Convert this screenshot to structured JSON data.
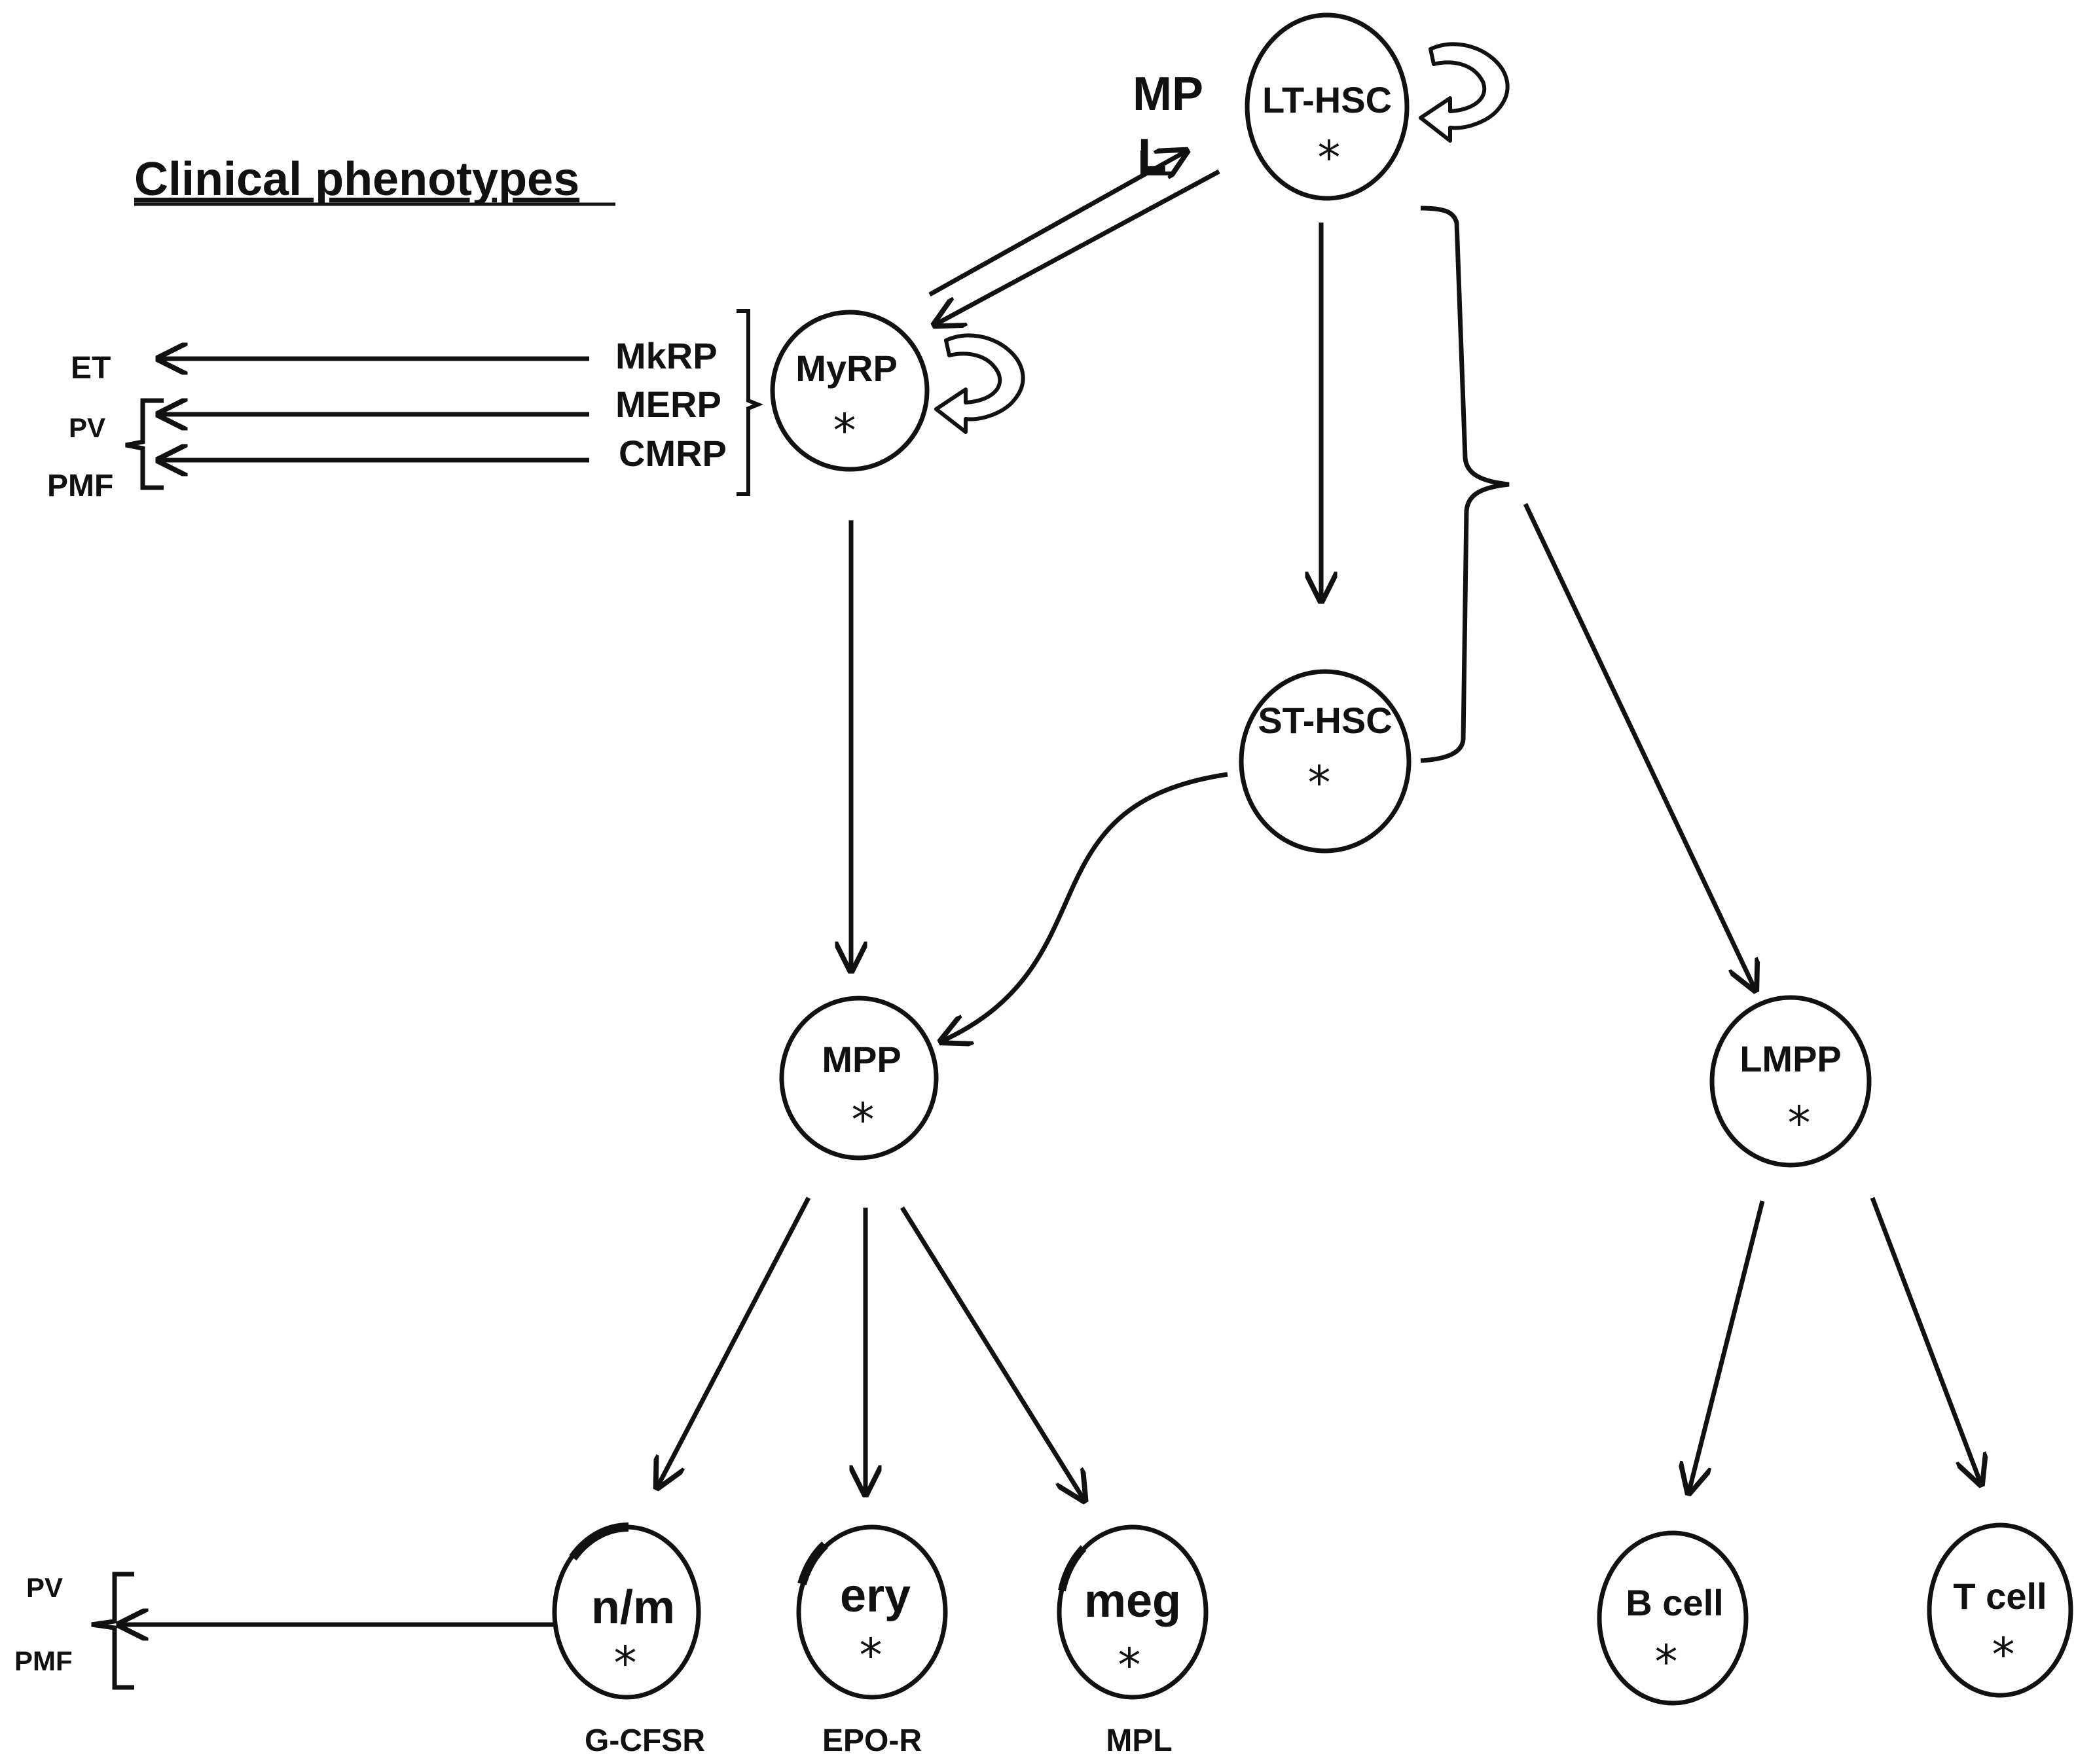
{
  "title": "Clinical phenotypes",
  "mpl_top_label": "MP\nL",
  "asterisk": "*",
  "nodes": {
    "lt_hsc": "LT-HSC",
    "myrp": "MyRP",
    "st_hsc": "ST-HSC",
    "mpp": "MPP",
    "lmpp": "LMPP",
    "nm": "n/m",
    "ery": "ery",
    "meg": "meg",
    "bcell": "B cell",
    "tcell": "T cell"
  },
  "progenitors": {
    "mkrp": "MkRP",
    "merp": "MERP",
    "cmrp": "CMRP"
  },
  "phenotypes_top": {
    "et": "ET",
    "pv": "PV",
    "pmf": "PMF"
  },
  "phenotypes_bottom": {
    "pv": "PV",
    "pmf": "PMF"
  },
  "receptors": {
    "gcfsr": "G-CFSR",
    "epor": "EPO-R",
    "mpl": "MPL"
  },
  "colors": {
    "stroke": "#111111",
    "background": "#ffffff"
  }
}
